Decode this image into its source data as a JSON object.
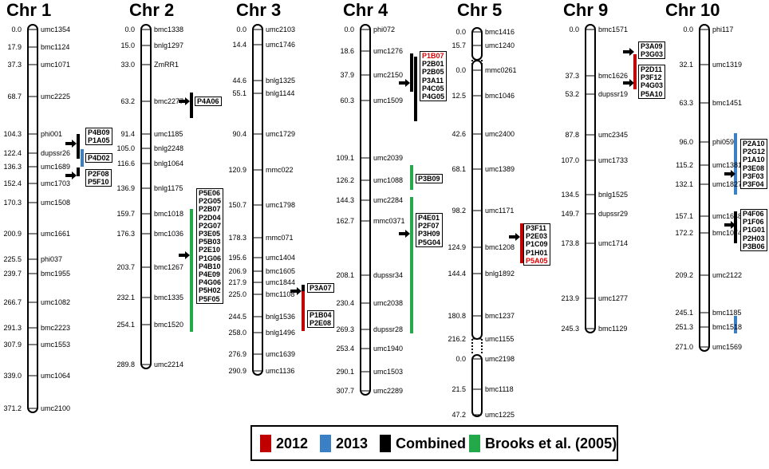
{
  "colors": {
    "c2012": "#c00000",
    "c2013": "#3b7fc4",
    "combined": "#000000",
    "brooks": "#23a84a"
  },
  "legend": {
    "y2012": "2012",
    "y2013": "2013",
    "combined": "Combined",
    "brooks": "Brooks et al. (2005)"
  },
  "chromosomes": [
    {
      "title": "Chr 1",
      "markers": [
        {
          "pos": "0.0",
          "name": "umc1354"
        },
        {
          "pos": "17.9",
          "name": "bmc1124"
        },
        {
          "pos": "37.3",
          "name": "umc1071"
        },
        {
          "pos": "68.7",
          "name": "umc2225"
        },
        {
          "pos": "104.3",
          "name": "phi001"
        },
        {
          "pos": "122.4",
          "name": "dupssr26"
        },
        {
          "pos": "136.3",
          "name": "umc1689"
        },
        {
          "pos": "152.4",
          "name": "umc1703"
        },
        {
          "pos": "170.3",
          "name": "umc1508"
        },
        {
          "pos": "200.9",
          "name": "umc1661"
        },
        {
          "pos": "225.5",
          "name": "phi037"
        },
        {
          "pos": "239.7",
          "name": "bmc1955"
        },
        {
          "pos": "266.7",
          "name": "umc1082"
        },
        {
          "pos": "291.3",
          "name": "bmc2223"
        },
        {
          "pos": "307.9",
          "name": "umc1553"
        },
        {
          "pos": "339.0",
          "name": "umc1064"
        },
        {
          "pos": "371.2",
          "name": "umc2100"
        }
      ],
      "qtls": [
        {
          "color": "combined",
          "boxes": [
            {
              "items": [
                "P4B09",
                "P1A05"
              ]
            }
          ]
        },
        {
          "color": "c2013",
          "boxes": [
            {
              "items": [
                "P4D02"
              ]
            }
          ]
        },
        {
          "color": "combined",
          "boxes": [
            {
              "items": [
                "P2F08",
                "P5F10"
              ]
            }
          ]
        }
      ]
    },
    {
      "title": "Chr 2",
      "markers": [
        {
          "pos": "0.0",
          "name": "bmc1338"
        },
        {
          "pos": "15.0",
          "name": "bnlg1297"
        },
        {
          "pos": "33.0",
          "name": "ZmRR1"
        },
        {
          "pos": "63.2",
          "name": "bmc2277"
        },
        {
          "pos": "91.4",
          "name": "umc1185"
        },
        {
          "pos": "105.0",
          "name": "bnlg2248"
        },
        {
          "pos": "116.6",
          "name": "bnlg1064"
        },
        {
          "pos": "136.9",
          "name": "bnlg1175"
        },
        {
          "pos": "159.7",
          "name": "bmc1018"
        },
        {
          "pos": "176.3",
          "name": "bmc1036"
        },
        {
          "pos": "203.7",
          "name": "bmc1267"
        },
        {
          "pos": "232.1",
          "name": "bmc1335"
        },
        {
          "pos": "254.1",
          "name": "bmc1520"
        },
        {
          "pos": "289.8",
          "name": "umc2214"
        }
      ],
      "qtls": [
        {
          "color": "combined",
          "boxes": [
            {
              "items": [
                "P4A06"
              ]
            }
          ]
        },
        {
          "color": "brooks",
          "boxes": [
            {
              "items": [
                "P5E06",
                "P2G05",
                "P2B07",
                "P2D04",
                "P2G07",
                "P3E05",
                "P5B03",
                "P2E10",
                "P1G06",
                "P4B10",
                "P4E09",
                "P4G06",
                "P5H02",
                "P5F05"
              ]
            }
          ]
        }
      ]
    },
    {
      "title": "Chr 3",
      "markers": [
        {
          "pos": "0.0",
          "name": "umc2103"
        },
        {
          "pos": "14.4",
          "name": "umc1746"
        },
        {
          "pos": "44.6",
          "name": "bnlg1325"
        },
        {
          "pos": "55.1",
          "name": "bnlg1144"
        },
        {
          "pos": "90.4",
          "name": "umc1729"
        },
        {
          "pos": "120.9",
          "name": "mmc022"
        },
        {
          "pos": "150.7",
          "name": "umc1798"
        },
        {
          "pos": "178.3",
          "name": "mmc071"
        },
        {
          "pos": "195.6",
          "name": "umc1404"
        },
        {
          "pos": "206.9",
          "name": "bmc1605"
        },
        {
          "pos": "217.9",
          "name": "umc1844"
        },
        {
          "pos": "225.0",
          "name": "bmc1108"
        },
        {
          "pos": "244.5",
          "name": "bnlg1536"
        },
        {
          "pos": "258.0",
          "name": "bnlg1496"
        },
        {
          "pos": "276.9",
          "name": "umc1639"
        },
        {
          "pos": "290.9",
          "name": "umc1136"
        }
      ],
      "qtls": [
        {
          "color": "combined",
          "boxes": [
            {
              "items": [
                "P3A07"
              ]
            }
          ]
        },
        {
          "color": "c2012",
          "boxes": [
            {
              "items": [
                "P1B04",
                "P2E08"
              ]
            }
          ]
        }
      ]
    },
    {
      "title": "Chr 4",
      "markers": [
        {
          "pos": "0.0",
          "name": "phi072"
        },
        {
          "pos": "18.6",
          "name": "umc1276"
        },
        {
          "pos": "37.9",
          "name": "umc2150"
        },
        {
          "pos": "60.3",
          "name": "umc1509"
        },
        {
          "pos": "109.1",
          "name": "umc2039"
        },
        {
          "pos": "126.2",
          "name": "umc1088"
        },
        {
          "pos": "144.3",
          "name": "umc2284"
        },
        {
          "pos": "162.7",
          "name": "mmc0371"
        },
        {
          "pos": "208.1",
          "name": "dupssr34"
        },
        {
          "pos": "230.4",
          "name": "umc2038"
        },
        {
          "pos": "269.3",
          "name": "dupssr28"
        },
        {
          "pos": "253.4",
          "name": "umc1940"
        },
        {
          "pos": "290.1",
          "name": "umc1503"
        },
        {
          "pos": "307.7",
          "name": "umc2289"
        }
      ],
      "qtls": [
        {
          "color": "combined",
          "boxes": [
            {
              "items": [
                "P1B07",
                "P2B01",
                "P2B05",
                "P3A11",
                "P4C05",
                "P4G05"
              ],
              "red": [
                "P1B07"
              ]
            }
          ]
        },
        {
          "color": "combined",
          "boxes": [
            {
              "items": [
                "P3B09"
              ]
            }
          ]
        },
        {
          "color": "brooks",
          "boxes": [
            {
              "items": [
                "P4E01",
                "P2F07",
                "P3H09",
                "P5G04"
              ]
            }
          ]
        }
      ]
    },
    {
      "title": "Chr 5",
      "markers": [
        {
          "pos": "0.0",
          "name": "bmc1416"
        },
        {
          "pos": "15.7",
          "name": "umc1240"
        },
        {
          "pos": "0.0",
          "name": "mmc0261"
        },
        {
          "pos": "12.5",
          "name": "bmc1046"
        },
        {
          "pos": "42.6",
          "name": "umc2400"
        },
        {
          "pos": "68.1",
          "name": "umc1389"
        },
        {
          "pos": "98.2",
          "name": "umc1171"
        },
        {
          "pos": "124.9",
          "name": "bmc1208"
        },
        {
          "pos": "144.4",
          "name": "bnlg1892"
        },
        {
          "pos": "180.8",
          "name": "bmc1237"
        },
        {
          "pos": "216.2",
          "name": "umc1155"
        },
        {
          "pos": "0.0",
          "name": "umc2198"
        },
        {
          "pos": "21.5",
          "name": "bmc1118"
        },
        {
          "pos": "47.2",
          "name": "umc1225"
        }
      ],
      "qtls": [
        {
          "color": "c2012",
          "boxes": [
            {
              "items": [
                "P3F11",
                "P2E03",
                "P1C09",
                "P1H01",
                "P5A05"
              ],
              "red": [
                "P5A05"
              ]
            }
          ]
        }
      ]
    },
    {
      "title": "Chr 9",
      "markers": [
        {
          "pos": "0.0",
          "name": "bmc1571"
        },
        {
          "pos": "37.3",
          "name": "bmc1626"
        },
        {
          "pos": "53.2",
          "name": "dupssr19"
        },
        {
          "pos": "87.8",
          "name": "umc2345"
        },
        {
          "pos": "107.0",
          "name": "umc1733"
        },
        {
          "pos": "134.5",
          "name": "bnlg1525"
        },
        {
          "pos": "149.7",
          "name": "dupssr29"
        },
        {
          "pos": "173.8",
          "name": "umc1714"
        },
        {
          "pos": "213.9",
          "name": "umc1277"
        },
        {
          "pos": "245.3",
          "name": "bmc1129"
        }
      ],
      "qtls": [
        {
          "color": "c2012",
          "boxes": [
            {
              "items": [
                "P3A09",
                "P3G03"
              ]
            },
            {
              "items": [
                "P2D11",
                "P3F12",
                "P4G03",
                "P5A10"
              ]
            }
          ]
        }
      ]
    },
    {
      "title": "Chr 10",
      "markers": [
        {
          "pos": "0.0",
          "name": "phi117"
        },
        {
          "pos": "32.1",
          "name": "umc1319"
        },
        {
          "pos": "63.3",
          "name": "bmc1451"
        },
        {
          "pos": "96.0",
          "name": "phi059"
        },
        {
          "pos": "115.2",
          "name": "umc1381"
        },
        {
          "pos": "132.1",
          "name": "umc1827"
        },
        {
          "pos": "157.1",
          "name": "umc1648"
        },
        {
          "pos": "172.2",
          "name": "bmc1074"
        },
        {
          "pos": "209.2",
          "name": "umc2122"
        },
        {
          "pos": "245.1",
          "name": "bmc1185"
        },
        {
          "pos": "251.3",
          "name": "bmc1518"
        },
        {
          "pos": "271.0",
          "name": "umc1569"
        }
      ],
      "qtls": [
        {
          "color": "c2013",
          "boxes": [
            {
              "items": [
                "P2A10",
                "P2G12",
                "P1A10",
                "P3E08",
                "P3F03",
                "P3F04"
              ]
            }
          ]
        },
        {
          "color": "combined",
          "boxes": [
            {
              "items": [
                "P4F06",
                "P1F06",
                "P1G01",
                "P2H03",
                "P3B06"
              ]
            }
          ]
        },
        {
          "color": "c2013",
          "boxes": []
        }
      ]
    }
  ]
}
